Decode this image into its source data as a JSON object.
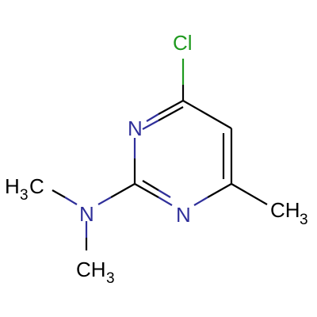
{
  "molecule": {
    "atoms": {
      "chlorine": "Cl",
      "ring_nitrogen_top": "N",
      "ring_nitrogen_bottom": "N",
      "amine_nitrogen": "N",
      "methyl_left_h": "H",
      "methyl_left_subscript": "3",
      "methyl_left_c": "C",
      "methyl_lower_c": "CH",
      "methyl_lower_subscript": "3",
      "methyl_right_c": "CH",
      "methyl_right_subscript": "3"
    },
    "colors": {
      "carbon": "#000000",
      "nitrogen": "#2f2f9a",
      "chlorine": "#1f9a1f"
    }
  }
}
